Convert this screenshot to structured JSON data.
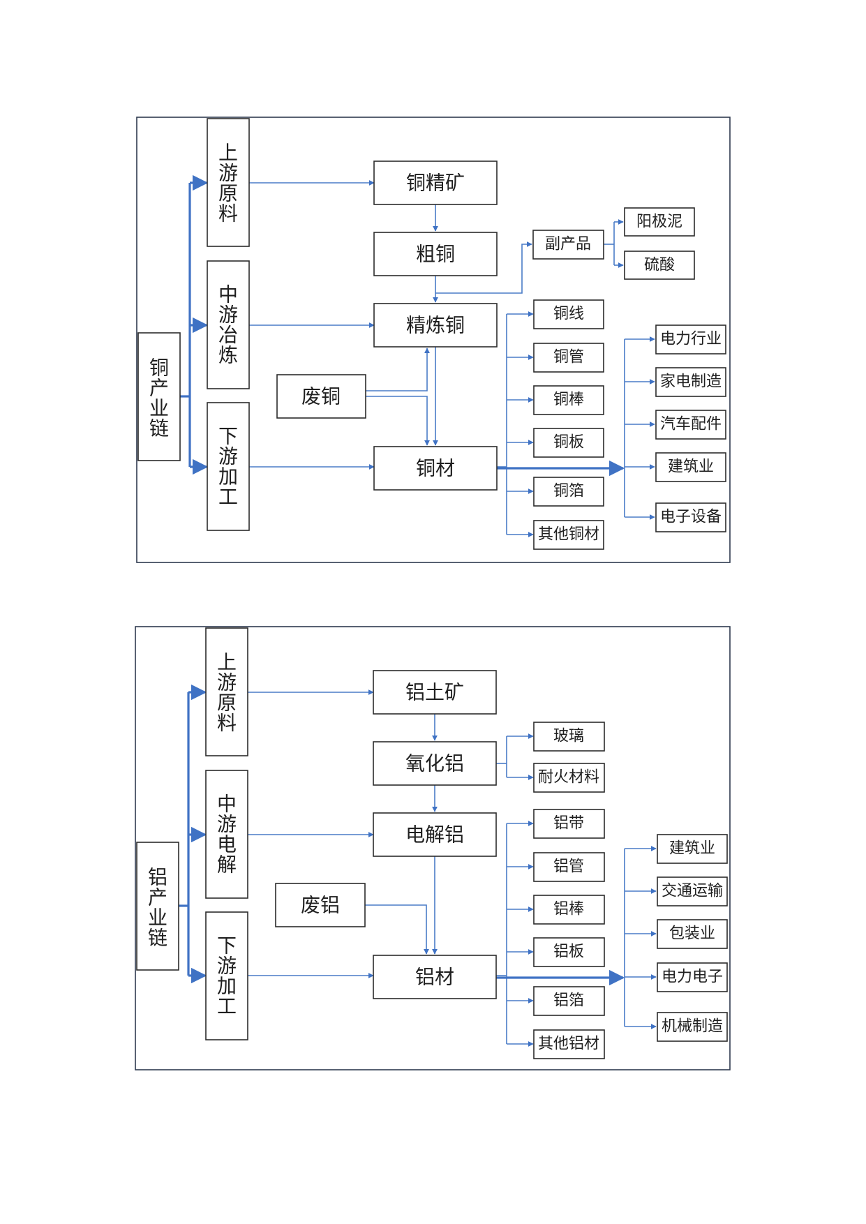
{
  "copper": {
    "root": "铜产业链",
    "stages": [
      "上游原料",
      "中游冶炼",
      "下游加工"
    ],
    "nodes": {
      "ore": "铜精矿",
      "crude": "粗铜",
      "refined": "精炼铜",
      "scrap": "废铜",
      "material": "铜材",
      "byproduct": "副产品",
      "anode_mud": "阳极泥",
      "sulfuric_acid": "硫酸"
    },
    "products": [
      "铜线",
      "铜管",
      "铜棒",
      "铜板",
      "铜箔",
      "其他铜材"
    ],
    "industries": [
      "电力行业",
      "家电制造",
      "汽车配件",
      "建筑业",
      "电子设备"
    ]
  },
  "aluminum": {
    "root": "铝产业链",
    "stages": [
      "上游原料",
      "中游电解",
      "下游加工"
    ],
    "nodes": {
      "ore": "铝土矿",
      "alumina": "氧化铝",
      "electrolytic": "电解铝",
      "scrap": "废铝",
      "material": "铝材"
    },
    "alumina_uses": [
      "玻璃",
      "耐火材料"
    ],
    "products": [
      "铝带",
      "铝管",
      "铝棒",
      "铝板",
      "铝箔",
      "其他铝材"
    ],
    "industries": [
      "建筑业",
      "交通运输",
      "包装业",
      "电力电子",
      "机械制造"
    ]
  }
}
